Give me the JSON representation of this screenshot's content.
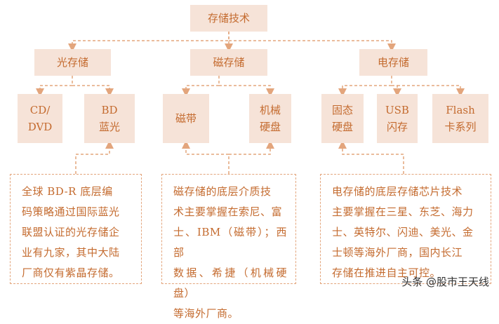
{
  "root": {
    "label": "存储技术"
  },
  "categories": [
    {
      "label": "光存储"
    },
    {
      "label": "磁存储"
    },
    {
      "label": "电存储"
    }
  ],
  "leaves": [
    {
      "lines": [
        "CD/",
        "DVD"
      ]
    },
    {
      "lines": [
        "BD",
        "蓝光"
      ]
    },
    {
      "lines": [
        "磁带"
      ]
    },
    {
      "lines": [
        "机械",
        "硬盘"
      ]
    },
    {
      "lines": [
        "固态",
        "硬盘"
      ]
    },
    {
      "lines": [
        "USB",
        "闪存"
      ]
    },
    {
      "lines": [
        "Flash",
        "卡系列"
      ]
    }
  ],
  "descriptions": [
    {
      "lines": [
        "全球 BD-R 底层编",
        "码策略通过国际蓝光",
        "联盟认证的光存储企",
        "业有九家，其中大陆",
        "厂商仅有紫晶存储。"
      ]
    },
    {
      "lines": [
        "磁存储的底层介质技",
        "术主要掌握在索尼、富",
        "士、IBM（磁带）；西部",
        "数据、希捷（机械硬盘）",
        "等海外厂商。"
      ]
    },
    {
      "lines": [
        "电存储的底层存储芯片技术",
        "主要掌握在三星、东芝、海力",
        "士、英特尔、闪迪、美光、金",
        "士顿等海外厂商，国内长江",
        "存储在推进自主可控。"
      ]
    }
  ],
  "watermark": {
    "text": "头条 @股市王天线"
  },
  "colors": {
    "node_fill": "#f6e3d8",
    "text": "#c46b2f",
    "connector": "#e3a57c"
  }
}
